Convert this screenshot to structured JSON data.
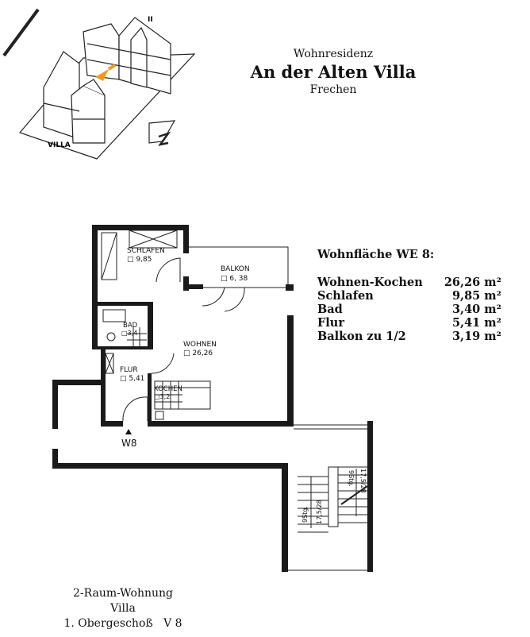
{
  "header": {
    "subtitle": "Wohnresidenz",
    "title": "An der Alten Villa",
    "city": "Frechen"
  },
  "site_plan": {
    "villa_label": "VILLA",
    "block_label": "II",
    "marker_color": "#f39a1a"
  },
  "areas": {
    "heading": "Wohnfläche WE 8:",
    "rows": [
      {
        "label": "Wohnen-Kochen",
        "value": "26,26 m²"
      },
      {
        "label": "Schlafen",
        "value": "9,85 m²"
      },
      {
        "label": "Bad",
        "value": "3,40 m²"
      },
      {
        "label": "Flur",
        "value": "5,41 m²"
      },
      {
        "label": "Balkon zu 1/2",
        "value": "3,19 m²"
      }
    ]
  },
  "floor_plan": {
    "rooms": {
      "schlafen": {
        "name": "SCHLAFEN",
        "area": "□ 9,85"
      },
      "balkon": {
        "name": "BALKON",
        "area": "□ 6, 38"
      },
      "bad": {
        "name": "BAD",
        "area": "□3,4"
      },
      "wohnen": {
        "name": "WOHNEN",
        "area": "□ 26,26"
      },
      "flur": {
        "name": "FLUR",
        "area": "□ 5,41"
      },
      "kochen": {
        "name": "KOCHEN",
        "area": "□3,2"
      }
    },
    "unit_label": "W8",
    "stairs": {
      "left_steps": "9Stg.",
      "left_dims": "17,5/28",
      "right_steps": "9Stg.",
      "right_dims": "17,5/28"
    }
  },
  "footer": {
    "line1": "2-Raum-Wohnung",
    "line2": "Villa",
    "line3": "1. Obergeschoß   V 8"
  }
}
